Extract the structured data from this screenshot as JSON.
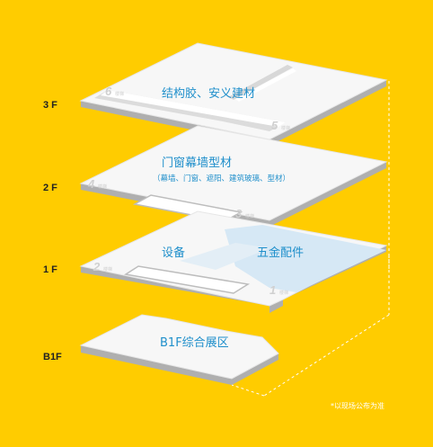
{
  "floors": [
    {
      "label": "3 F",
      "zone": "结构胶、安义建材",
      "stairs": [
        "6",
        "5"
      ],
      "stair_mark": "楼梯"
    },
    {
      "label": "2 F",
      "zone": "门窗幕墙型材",
      "zone_detail": "（幕墙、门窗、遮阳、建筑玻璃、型材）",
      "stairs": [
        "4",
        "3"
      ],
      "stair_mark": "楼梯"
    },
    {
      "label": "1 F",
      "zones": [
        "设备",
        "五金配件"
      ],
      "stairs": [
        "2",
        "1"
      ],
      "stair_mark": "楼梯"
    },
    {
      "label": "B1F",
      "zone": "B1F综合展区"
    }
  ],
  "note": "*以现场公布为准",
  "colors": {
    "background": "#FFCC00",
    "accent_text": "#1F8FCB",
    "slab_top": "#F7F7F7",
    "slab_side": "#AFAFAF",
    "highlight": "#D6E8F5"
  }
}
